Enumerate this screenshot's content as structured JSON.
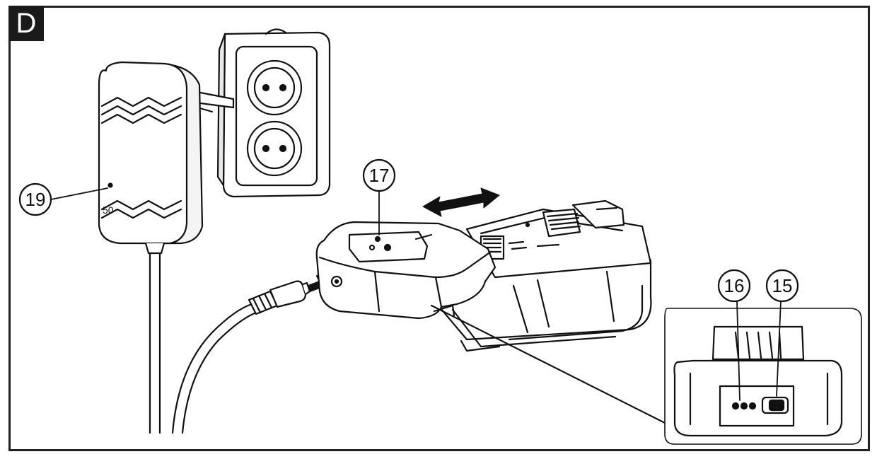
{
  "figure": {
    "panel_letter": "D",
    "callouts": {
      "adapter": "19",
      "charger": "17",
      "port_indicator": "16",
      "port_socket": "15"
    }
  }
}
